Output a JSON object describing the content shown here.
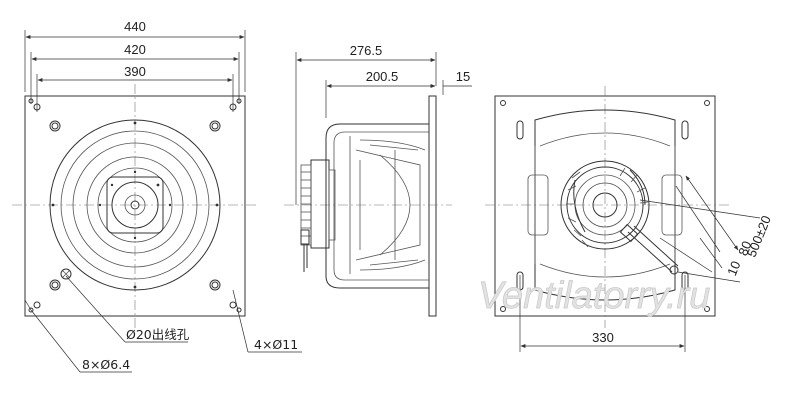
{
  "front_view": {
    "dims": {
      "overall": "440",
      "holes_outer": "420",
      "holes_inner": "390"
    },
    "callouts": {
      "cable_hole": "Ø20出线孔",
      "mount_holes": "8×Ø6.4",
      "flange_holes": "4×Ø11"
    }
  },
  "side_view": {
    "dims": {
      "total_depth": "276.5",
      "body_depth": "200.5",
      "plate": "15"
    }
  },
  "rear_view": {
    "dims": {
      "width": "330",
      "cable_length": "500±20",
      "strip": "80",
      "end": "10"
    }
  },
  "watermark": "Ventilatorry.ru",
  "colors": {
    "line": "#333333",
    "watermark": "#e2e2e2"
  }
}
